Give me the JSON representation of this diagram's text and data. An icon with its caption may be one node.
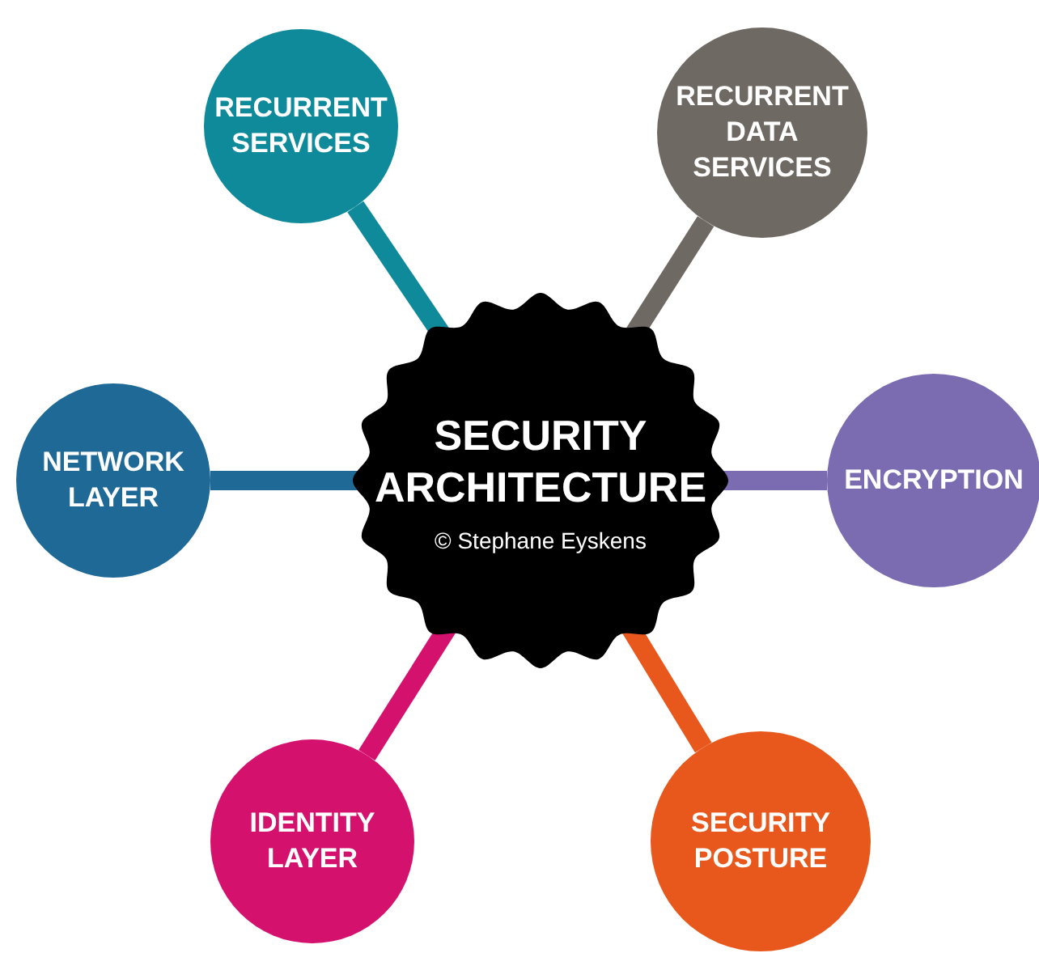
{
  "diagram": {
    "nodes": [
      {
        "text": [
          "RECURRENT SERVICES"
        ]
      },
      {
        "text": [
          "RECURRENT DATA SERVICES"
        ]
      },
      {
        "text": [
          "NETWORK LAYER"
        ]
      },
      {
        "text": [
          "SECURITY ARCHITECTURE",
          "© Stephane Eyskens"
        ]
      },
      {
        "text": [
          "ENCRYPTION"
        ]
      },
      {
        "text": [
          "IDENTITY LAYER"
        ]
      },
      {
        "text": [
          "SECURITY POSTURE"
        ]
      }
    ],
    "edges": [
      {
        "from": 3,
        "to": 0,
        "arrow": "none",
        "color": "#0e8a9a"
      },
      {
        "from": 3,
        "to": 1,
        "arrow": "none",
        "color": "#6f6963"
      },
      {
        "from": 3,
        "to": 2,
        "arrow": "none",
        "color": "#1e6996"
      },
      {
        "from": 3,
        "to": 4,
        "arrow": "none",
        "color": "#7b6bb0"
      },
      {
        "from": 3,
        "to": 5,
        "arrow": "none",
        "color": "#d4126e"
      },
      {
        "from": 3,
        "to": 6,
        "arrow": "none",
        "color": "#e8581c"
      }
    ]
  }
}
